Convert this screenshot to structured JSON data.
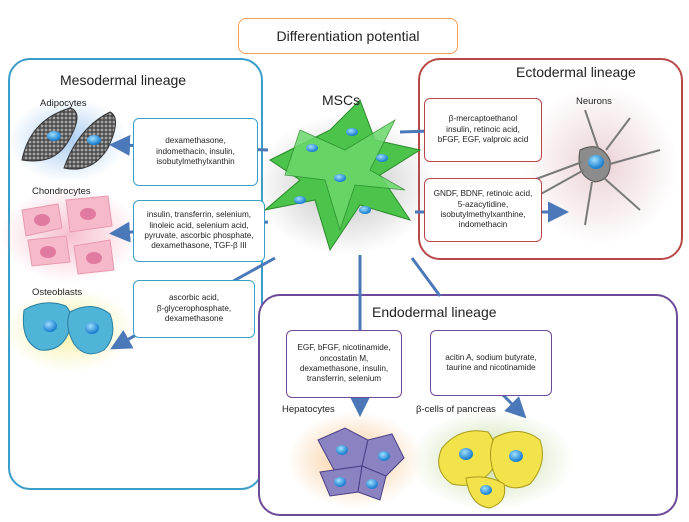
{
  "title": "Differentiation potential",
  "center": {
    "label": "MSCs"
  },
  "mesodermal": {
    "title": "Mesodermal lineage",
    "cells": [
      {
        "label": "Adipocytes",
        "conditions": "dexamethasone,\nindomethacin, insulin,\nisobutylmethylxanthin"
      },
      {
        "label": "Chondrocytes",
        "conditions": "insulin, transferrin, selenium,\nlinoleic acid, selenium acid,\npyruvate, ascorbic phosphate,\ndexamethasone, TGF-β III"
      },
      {
        "label": "Osteoblasts",
        "conditions": "ascorbic acid,\nβ-glycerophosphate,\ndexamethasone"
      }
    ]
  },
  "ectodermal": {
    "title": "Ectodermal lineage",
    "cell_label": "Neurons",
    "conditions": [
      "β-mercaptoethanol\ninsulin, retinoic acid,\nbFGF, EGF, valproic acid",
      "GNDF, BDNF, retinoic acid,\n5-azacytidine,\nisobutylmethylxanthine,\nindomethacin"
    ]
  },
  "endodermal": {
    "title": "Endodermal lineage",
    "cells": [
      {
        "label": "Hepatocytes",
        "conditions": "EGF, bFGF, nicotinamide,\noncostatin M,\ndexamethasone, insulin,\ntransferrin, selenium"
      },
      {
        "label": "β-cells of pancreas",
        "conditions": "acitin A, sodium butyrate,\ntaurine and nicotinamide"
      }
    ]
  },
  "colors": {
    "mesodermal": "#3a9ec8",
    "ectodermal": "#b84848",
    "endodermal": "#6b4a98",
    "title_border": "#f0a050",
    "arrow": "#4a78b8"
  }
}
